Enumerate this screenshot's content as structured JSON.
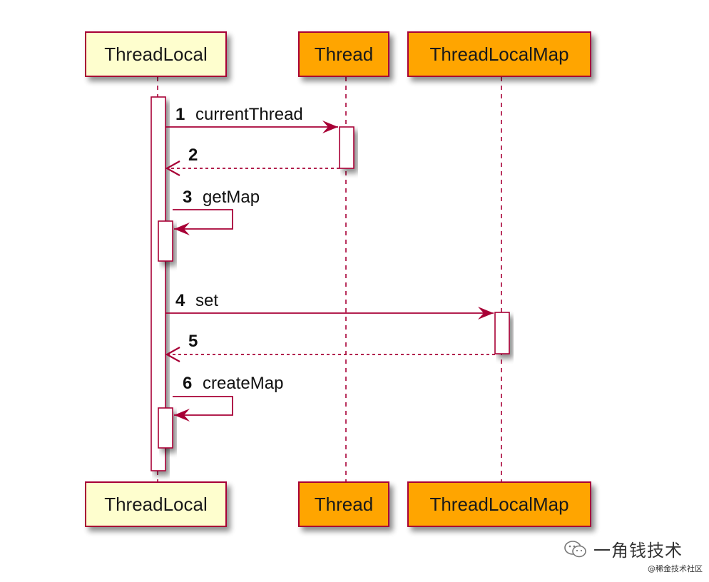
{
  "participants": {
    "threadlocal": {
      "label": "ThreadLocal"
    },
    "thread": {
      "label": "Thread"
    },
    "threadlocalmap": {
      "label": "ThreadLocalMap"
    }
  },
  "messages": [
    {
      "num": "1",
      "label": "currentThread",
      "kind": "call"
    },
    {
      "num": "2",
      "label": "",
      "kind": "return"
    },
    {
      "num": "3",
      "label": "getMap",
      "kind": "self"
    },
    {
      "num": "4",
      "label": "set",
      "kind": "call"
    },
    {
      "num": "5",
      "label": "",
      "kind": "return"
    },
    {
      "num": "6",
      "label": "createMap",
      "kind": "self"
    }
  ],
  "colors": {
    "threadlocal_fill": "#fefece",
    "actor_fill": "#ffa500",
    "border": "#a80036",
    "line": "#a80036"
  },
  "watermark": {
    "title": "一角钱技术",
    "subtitle": "@稀金技术社区"
  }
}
